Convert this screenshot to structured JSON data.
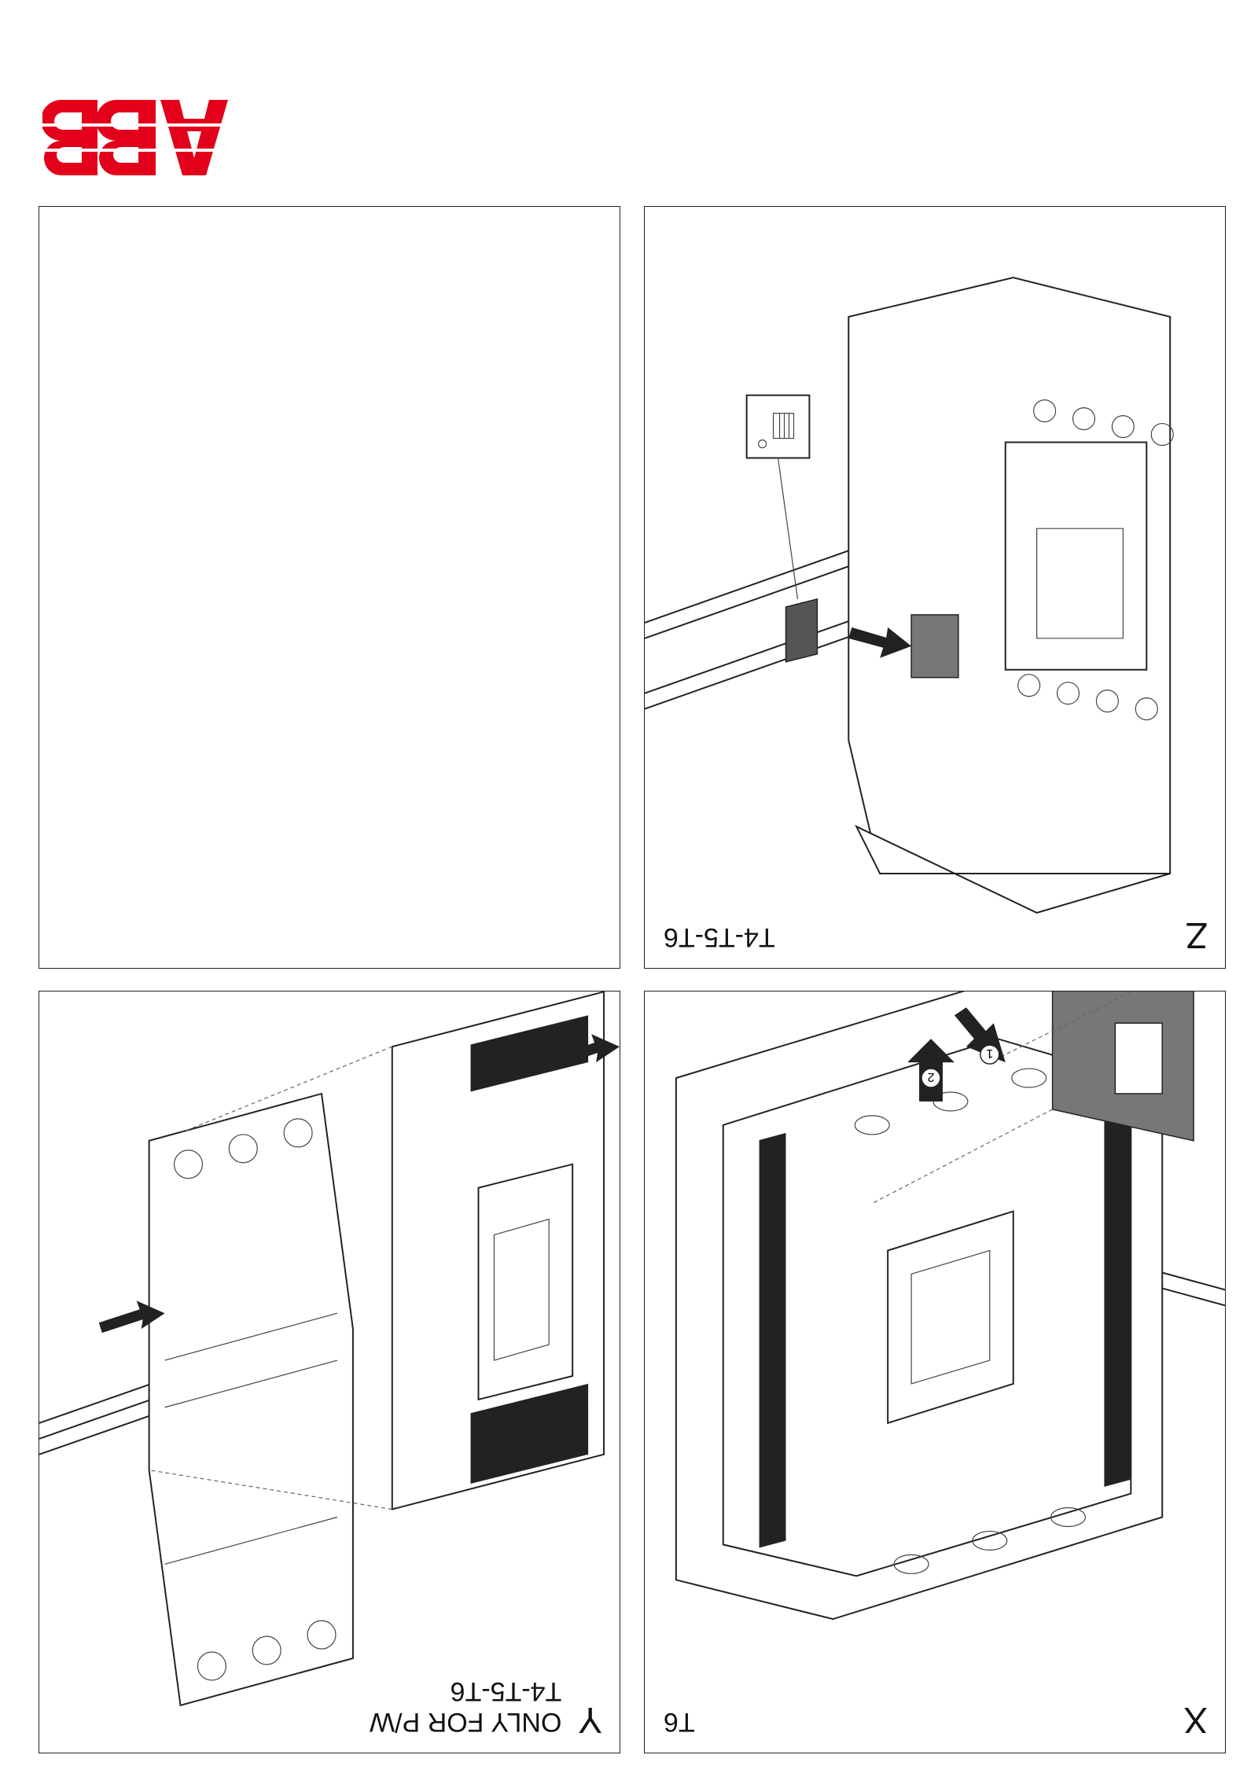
{
  "brand": {
    "logo_text": "ABB",
    "color": "#e2001a"
  },
  "panels": {
    "x": {
      "letter": "X",
      "model": "T6"
    },
    "y": {
      "letter": "Y",
      "caption_top": "ONLY FOR P/W",
      "caption_bottom": "T4-T5-T6"
    },
    "z": {
      "letter": "Z",
      "model": "T4-T5-T6"
    },
    "blank": {}
  },
  "icons": {
    "arrow": "assembly-direction-arrow",
    "step_markers": [
      "1",
      "2"
    ]
  }
}
